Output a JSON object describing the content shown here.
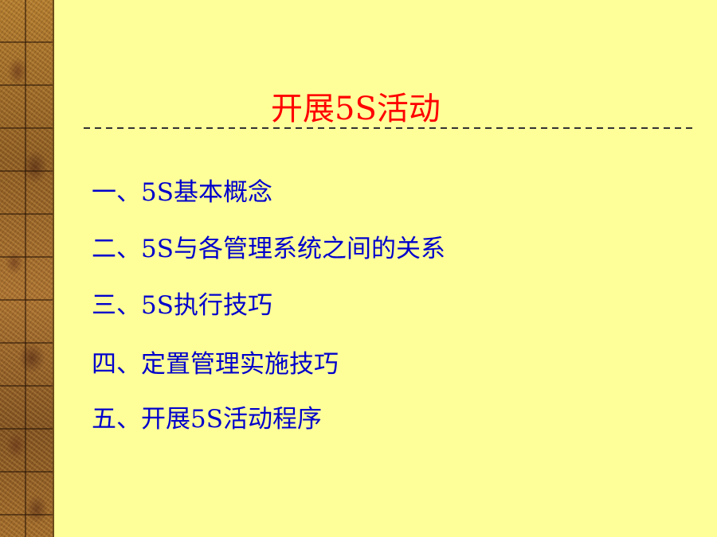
{
  "slide": {
    "title": "开展5S活动",
    "agenda": [
      "一、5S基本概念",
      "二、5S与各管理系统之间的关系",
      "三、5S执行技巧",
      "四、定置管理实施技巧",
      "五、开展5S活动程序"
    ]
  },
  "colors": {
    "background": "#ffff99",
    "title": "#ff0000",
    "agenda_text": "#0000cc",
    "side_strip": "#a87030"
  }
}
